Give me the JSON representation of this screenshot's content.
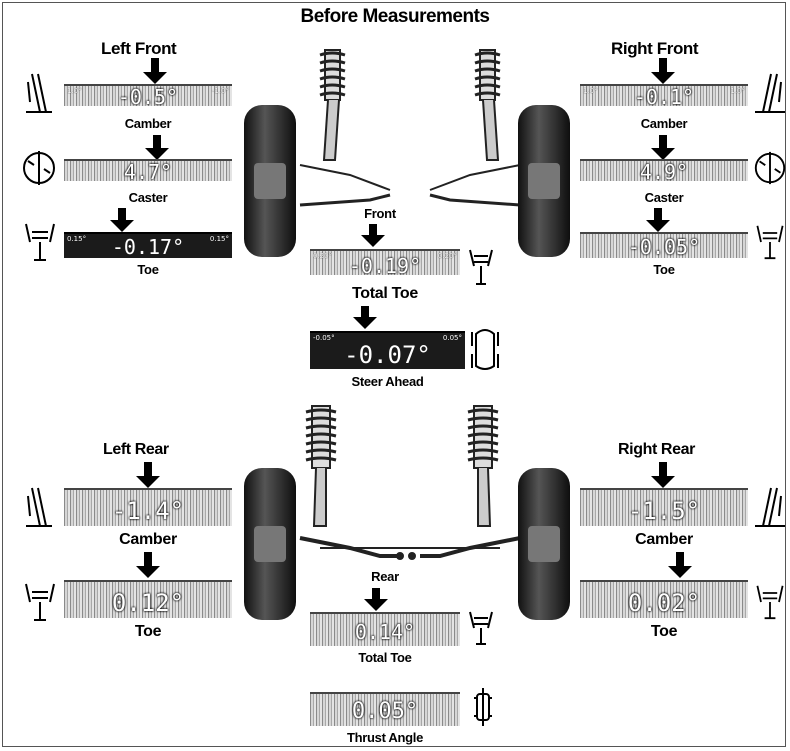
{
  "title": "Before Measurements",
  "front": {
    "left_header": "Left Front",
    "right_header": "Right Front",
    "center_label": "Front",
    "left": {
      "camber": {
        "label": "Camber",
        "value": "-0.5°",
        "range_left": "1.0°",
        "range_right": "-1.0°"
      },
      "caster": {
        "label": "Caster",
        "value": "4.7°"
      },
      "toe": {
        "label": "Toe",
        "value": "-0.17°",
        "range_left": "0.15°",
        "range_right": "0.15°"
      }
    },
    "right": {
      "camber": {
        "label": "Camber",
        "value": "-0.1°",
        "range_left": "1.0°",
        "range_right": "1.0°"
      },
      "caster": {
        "label": "Caster",
        "value": "4.9°"
      },
      "toe": {
        "label": "Toe",
        "value": "-0.05°"
      }
    },
    "total_toe": {
      "label": "Total Toe",
      "value": "-0.19°",
      "range_left": "0.20°",
      "range_right": "0.20°"
    },
    "steer_ahead": {
      "label": "Steer Ahead",
      "value": "-0.07°",
      "range_left": "-0.05°",
      "range_right": "0.05°"
    }
  },
  "rear": {
    "left_header": "Left Rear",
    "right_header": "Right Rear",
    "center_label": "Rear",
    "left": {
      "camber": {
        "label": "Camber",
        "value": "-1.4°"
      },
      "toe": {
        "label": "Toe",
        "value": "0.12°"
      }
    },
    "right": {
      "camber": {
        "label": "Camber",
        "value": "-1.5°"
      },
      "toe": {
        "label": "Toe",
        "value": "0.02°"
      }
    },
    "total_toe": {
      "label": "Total Toe",
      "value": "0.14°"
    },
    "thrust_angle": {
      "label": "Thrust Angle",
      "value": "0.05°"
    }
  },
  "icons": [
    "camber-icon",
    "caster-icon",
    "toe-icon",
    "total-toe-icon",
    "steer-ahead-icon",
    "thrust-angle-icon",
    "front-suspension-icon",
    "rear-suspension-icon"
  ],
  "colors": {
    "gauge_dark": "#1b1b1b",
    "gauge_light": "#d6d6d6",
    "text": "#000000"
  }
}
